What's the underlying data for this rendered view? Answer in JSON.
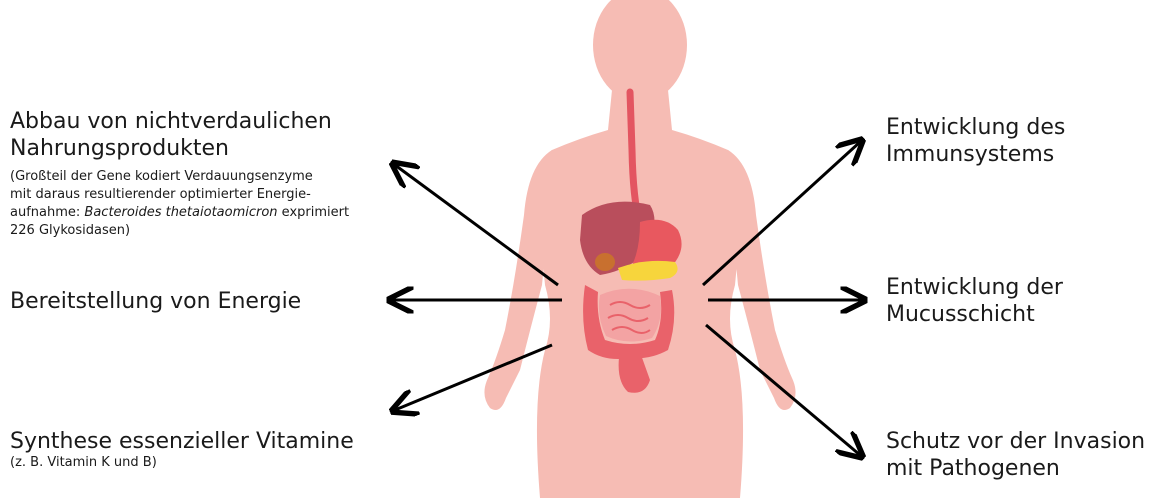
{
  "figure": {
    "colors": {
      "body": "#f6bcb4",
      "liver": "#b94e5c",
      "stomach": "#e8585f",
      "pancreas": "#f7d53c",
      "small_intestine": "#f3a3a3",
      "large_intestine": "#e9626a",
      "esophagus": "#e35561",
      "arrow": "#000000"
    }
  },
  "labels": {
    "abbau": {
      "title_line1": "Abbau von nichtverdaulichen",
      "title_line2": "Nahrungsprodukten",
      "note_line1": "(Großteil der Gene kodiert Verdauungsenzyme",
      "note_line2": "mit daraus resultierender optimierter Energie-",
      "note_line3_prefix": "aufnahme: ",
      "note_line3_species": "Bacteroides thetaiotaomicron",
      "note_line3_suffix": " exprimiert",
      "note_line4": "226 Glykosidasen)"
    },
    "energie": {
      "title": "Bereitstellung von Energie"
    },
    "vitamine": {
      "title": "Synthese essenzieller Vitamine",
      "note": "(z. B. Vitamin K und B)"
    },
    "immun": {
      "title_line1": "Entwicklung des",
      "title_line2": "Immunsystems"
    },
    "mucus": {
      "title_line1": "Entwicklung der",
      "title_line2": "Mucusschicht"
    },
    "schutz": {
      "title_line1": "Schutz vor der Invasion",
      "title_line2": "mit Pathogenen"
    }
  }
}
